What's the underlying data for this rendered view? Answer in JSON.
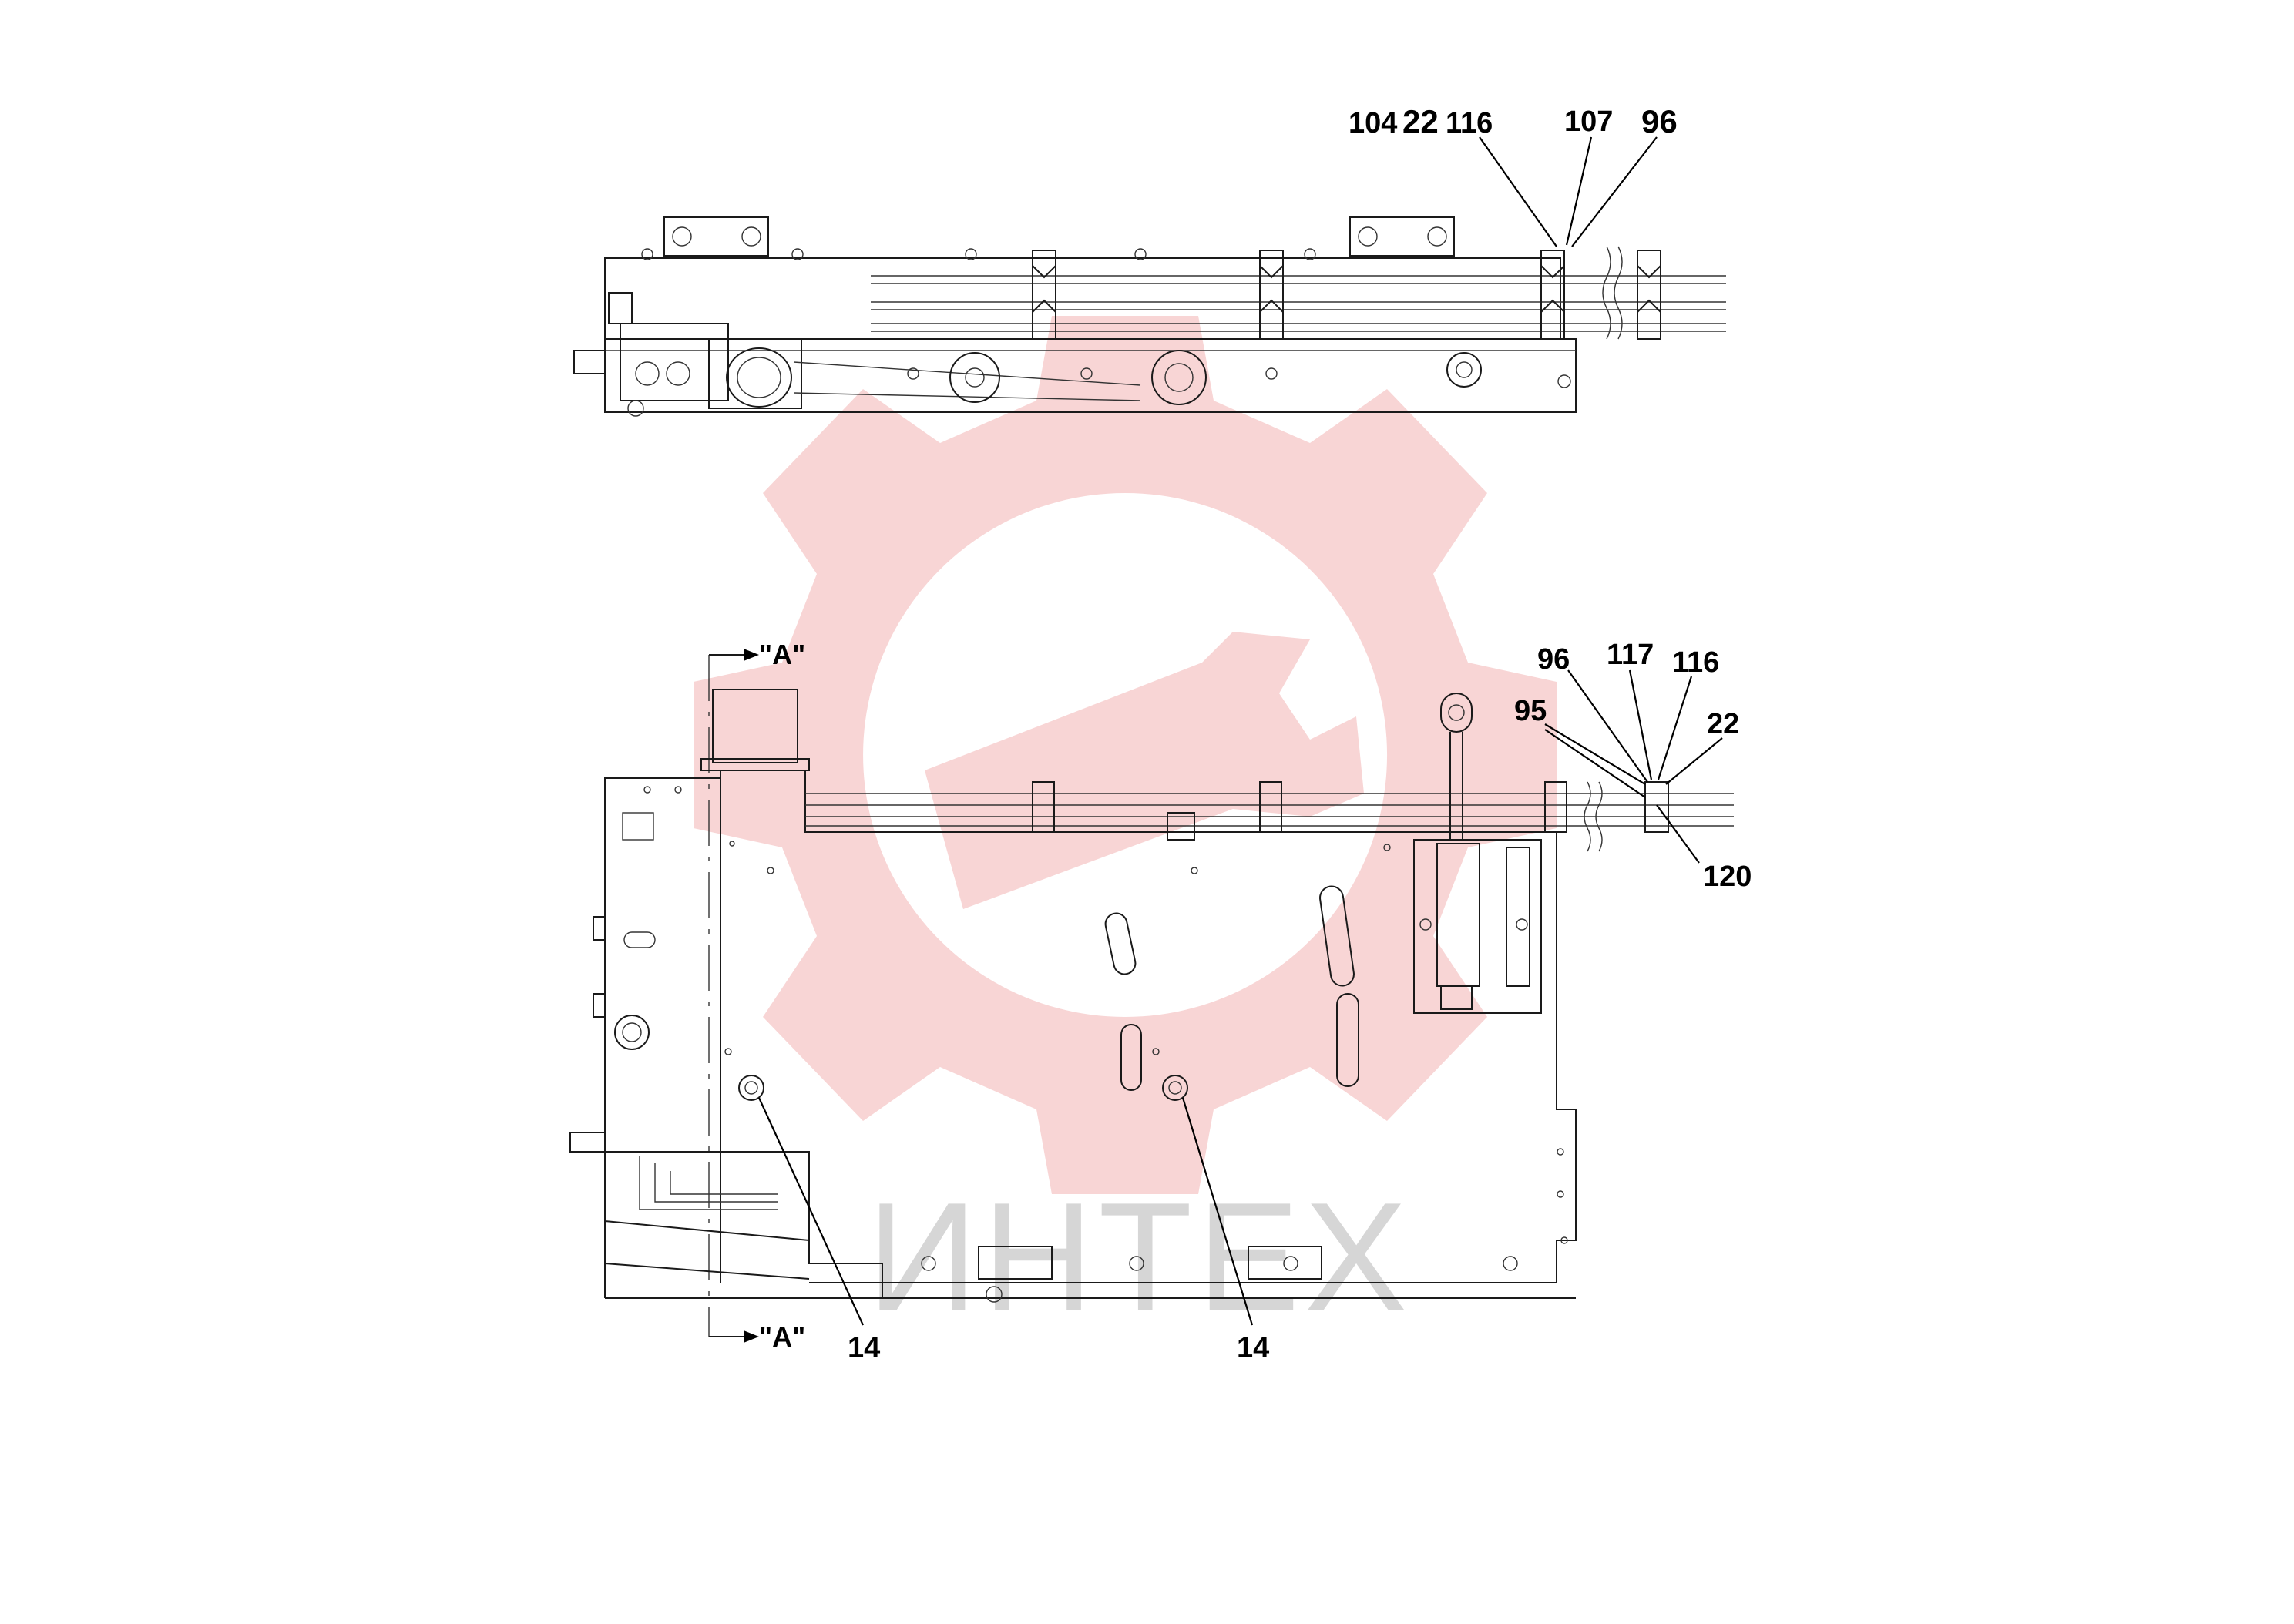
{
  "watermark": {
    "text": "ИНТЕХ",
    "logo_icon": "gear-wrench-logo-icon",
    "logo_color": "#f3b3b3",
    "text_color": "#d6d6d6"
  },
  "section_marks": {
    "top": "\"A\"",
    "bottom": "\"A\""
  },
  "top_view": {
    "callouts": [
      "104",
      "22",
      "116",
      "107",
      "96"
    ]
  },
  "side_view": {
    "callouts": [
      "96",
      "117",
      "116",
      "95",
      "22",
      "120",
      "14",
      "14"
    ]
  }
}
